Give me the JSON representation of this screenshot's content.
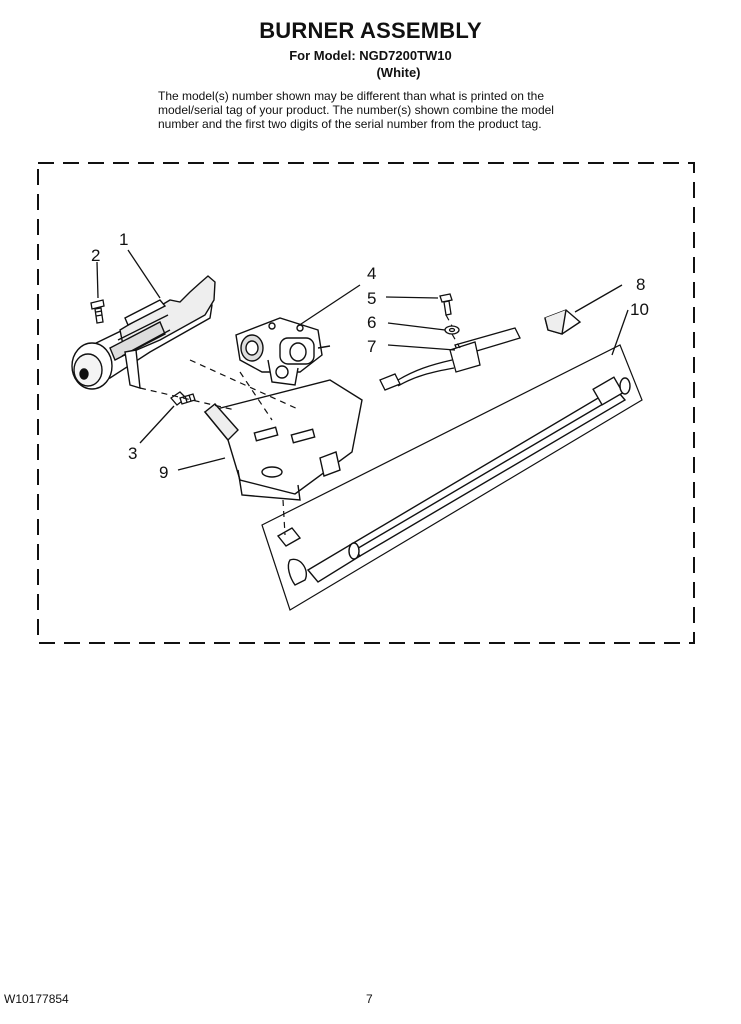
{
  "header": {
    "title": "BURNER ASSEMBLY",
    "model_line": "For Model: NGD7200TW10",
    "color_line": "(White)"
  },
  "disclaimer": {
    "line1": "The model(s) number shown may be different than what is printed on the",
    "line2": "model/serial tag of your product. The number(s) shown combine the model",
    "line3": "number and the first two digits of the serial number from the product tag."
  },
  "callouts": {
    "c1": "1",
    "c2": "2",
    "c3": "3",
    "c4": "4",
    "c5": "5",
    "c6": "6",
    "c7": "7",
    "c8": "8",
    "c9": "9",
    "c10": "10"
  },
  "footer": {
    "doc_number": "W10177854",
    "page_number": "7"
  }
}
